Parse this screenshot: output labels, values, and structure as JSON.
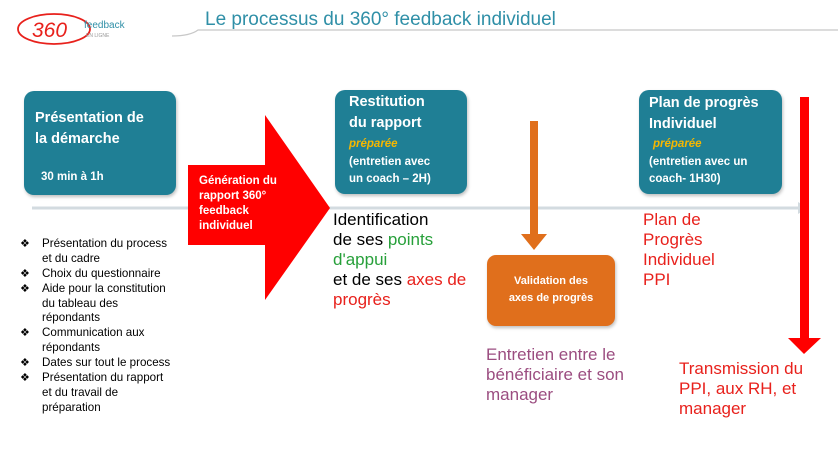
{
  "header": {
    "logo_number": "360",
    "logo_word": "feedback",
    "logo_tagline": "EN LIGNE",
    "title": "Le processus du 360° feedback individuel"
  },
  "colors": {
    "teal": "#1f7f95",
    "red": "#ff0000",
    "orange": "#e06f1c",
    "green": "#27a03a",
    "purple": "#9b4d80",
    "accent_yellow": "#f6b700"
  },
  "boxes": {
    "presentation": {
      "line1": "Présentation de",
      "line2": "la démarche",
      "duration": "30 min à 1h"
    },
    "generation": {
      "line1": "Génération du",
      "line2": "rapport 360°",
      "line3": "feedback",
      "line4": "individuel"
    },
    "restitution": {
      "line1": "Restitution",
      "line2": "du rapport",
      "prepared": "préparée",
      "line3": "(entretien avec",
      "line4": "un coach – 2H)"
    },
    "plan": {
      "line1": "Plan de progrès",
      "line2": "Individuel",
      "prepared": "préparée",
      "line3": "(entretien avec un",
      "line4": "coach- 1H30)"
    },
    "validation": {
      "line1": "Validation des",
      "line2": "axes de progrès"
    }
  },
  "bullet_marker": "❖",
  "bullets": [
    [
      "Présentation du process",
      "et du cadre"
    ],
    [
      "Choix du questionnaire"
    ],
    [
      "Aide pour la constitution",
      "du tableau des",
      "répondants"
    ],
    [
      "Communication aux",
      "répondants"
    ],
    [
      "Dates sur tout le process"
    ],
    [
      "Présentation du rapport",
      "et du travail de",
      "préparation"
    ]
  ],
  "identification": {
    "l1": "Identification",
    "l2a": "de ses ",
    "l2b": "points",
    "l3": "d'appui",
    "l4a": "et de ses ",
    "l4b": "axes de",
    "l5": "progrès"
  },
  "plan_text": [
    "Plan de",
    "Progrès",
    "Individuel",
    "PPI"
  ],
  "entretien_text": [
    "Entretien entre le",
    "bénéficiaire et son",
    "manager"
  ],
  "transmission_text": [
    "Transmission du",
    "PPI, aux RH, et",
    "manager"
  ]
}
